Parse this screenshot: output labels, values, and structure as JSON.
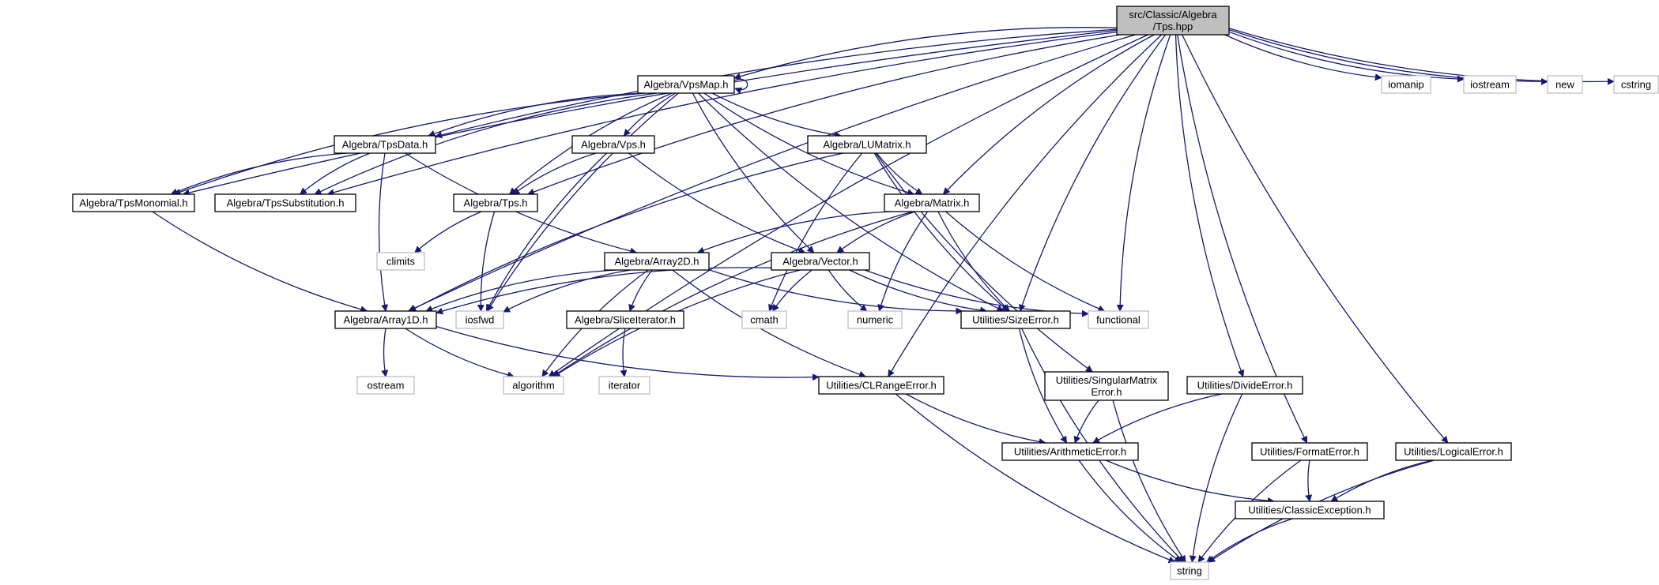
{
  "graph": {
    "edge_color": "#191970",
    "root_fill": "#bfbfbf",
    "external_border": "#bfbfbf",
    "nodes": [
      {
        "id": "root",
        "lines": [
          "src/Classic/Algebra",
          "/Tps.hpp"
        ],
        "kind": "root"
      },
      {
        "id": "vpsmap",
        "lines": [
          "Algebra/VpsMap.h"
        ],
        "kind": "internal"
      },
      {
        "id": "tpsdata",
        "lines": [
          "Algebra/TpsData.h"
        ],
        "kind": "internal"
      },
      {
        "id": "vps",
        "lines": [
          "Algebra/Vps.h"
        ],
        "kind": "internal"
      },
      {
        "id": "lumatrix",
        "lines": [
          "Algebra/LUMatrix.h"
        ],
        "kind": "internal"
      },
      {
        "id": "tpsmonomial",
        "lines": [
          "Algebra/TpsMonomial.h"
        ],
        "kind": "internal"
      },
      {
        "id": "tpssubst",
        "lines": [
          "Algebra/TpsSubstitution.h"
        ],
        "kind": "internal"
      },
      {
        "id": "tps",
        "lines": [
          "Algebra/Tps.h"
        ],
        "kind": "internal"
      },
      {
        "id": "matrix",
        "lines": [
          "Algebra/Matrix.h"
        ],
        "kind": "internal"
      },
      {
        "id": "climits",
        "lines": [
          "climits"
        ],
        "kind": "external"
      },
      {
        "id": "array2d",
        "lines": [
          "Algebra/Array2D.h"
        ],
        "kind": "internal"
      },
      {
        "id": "vector",
        "lines": [
          "Algebra/Vector.h"
        ],
        "kind": "internal"
      },
      {
        "id": "array1d",
        "lines": [
          "Algebra/Array1D.h"
        ],
        "kind": "internal"
      },
      {
        "id": "iosfwd",
        "lines": [
          "iosfwd"
        ],
        "kind": "external"
      },
      {
        "id": "sliceit",
        "lines": [
          "Algebra/SliceIterator.h"
        ],
        "kind": "internal"
      },
      {
        "id": "cmath",
        "lines": [
          "cmath"
        ],
        "kind": "external"
      },
      {
        "id": "numeric",
        "lines": [
          "numeric"
        ],
        "kind": "external"
      },
      {
        "id": "sizeerror",
        "lines": [
          "Utilities/SizeError.h"
        ],
        "kind": "internal"
      },
      {
        "id": "functional",
        "lines": [
          "functional"
        ],
        "kind": "external"
      },
      {
        "id": "ostream",
        "lines": [
          "ostream"
        ],
        "kind": "external"
      },
      {
        "id": "algorithm",
        "lines": [
          "algorithm"
        ],
        "kind": "external"
      },
      {
        "id": "iterator",
        "lines": [
          "iterator"
        ],
        "kind": "external"
      },
      {
        "id": "clrange",
        "lines": [
          "Utilities/CLRangeError.h"
        ],
        "kind": "internal"
      },
      {
        "id": "singular",
        "lines": [
          "Utilities/SingularMatrix",
          "Error.h"
        ],
        "kind": "internal"
      },
      {
        "id": "divide",
        "lines": [
          "Utilities/DivideError.h"
        ],
        "kind": "internal"
      },
      {
        "id": "arith",
        "lines": [
          "Utilities/ArithmeticError.h"
        ],
        "kind": "internal"
      },
      {
        "id": "format",
        "lines": [
          "Utilities/FormatError.h"
        ],
        "kind": "internal"
      },
      {
        "id": "logical",
        "lines": [
          "Utilities/LogicalError.h"
        ],
        "kind": "internal"
      },
      {
        "id": "classicexc",
        "lines": [
          "Utilities/ClassicException.h"
        ],
        "kind": "internal"
      },
      {
        "id": "string",
        "lines": [
          "string"
        ],
        "kind": "external"
      },
      {
        "id": "iomanip",
        "lines": [
          "iomanip"
        ],
        "kind": "external"
      },
      {
        "id": "iostream",
        "lines": [
          "iostream"
        ],
        "kind": "external"
      },
      {
        "id": "new",
        "lines": [
          "new"
        ],
        "kind": "external"
      },
      {
        "id": "cstring",
        "lines": [
          "cstring"
        ],
        "kind": "external"
      }
    ],
    "edges": [
      [
        "root",
        "vpsmap"
      ],
      [
        "root",
        "tpsdata"
      ],
      [
        "root",
        "tpsmonomial"
      ],
      [
        "root",
        "tpssubst"
      ],
      [
        "root",
        "tps"
      ],
      [
        "root",
        "matrix"
      ],
      [
        "root",
        "array1d"
      ],
      [
        "root",
        "algorithm"
      ],
      [
        "root",
        "sizeerror"
      ],
      [
        "root",
        "functional"
      ],
      [
        "root",
        "clrange"
      ],
      [
        "root",
        "divide"
      ],
      [
        "root",
        "format"
      ],
      [
        "root",
        "logical"
      ],
      [
        "root",
        "iomanip"
      ],
      [
        "root",
        "iostream"
      ],
      [
        "root",
        "new"
      ],
      [
        "root",
        "cstring"
      ],
      [
        "vpsmap",
        "vpsmap"
      ],
      [
        "vpsmap",
        "tpsdata"
      ],
      [
        "vpsmap",
        "vps"
      ],
      [
        "vpsmap",
        "lumatrix"
      ],
      [
        "vpsmap",
        "tpsmonomial"
      ],
      [
        "vpsmap",
        "tpssubst"
      ],
      [
        "vpsmap",
        "tps"
      ],
      [
        "vpsmap",
        "matrix"
      ],
      [
        "vpsmap",
        "vector"
      ],
      [
        "vpsmap",
        "iosfwd"
      ],
      [
        "vpsmap",
        "sizeerror"
      ],
      [
        "tpsdata",
        "tpsmonomial"
      ],
      [
        "tpsdata",
        "tpssubst"
      ],
      [
        "tpsdata",
        "array1d"
      ],
      [
        "tpsdata",
        "array2d"
      ],
      [
        "vps",
        "tps"
      ],
      [
        "vps",
        "vector"
      ],
      [
        "vps",
        "iosfwd"
      ],
      [
        "lumatrix",
        "matrix"
      ],
      [
        "lumatrix",
        "array1d"
      ],
      [
        "lumatrix",
        "cmath"
      ],
      [
        "lumatrix",
        "sizeerror"
      ],
      [
        "lumatrix",
        "singular"
      ],
      [
        "tpsmonomial",
        "array1d"
      ],
      [
        "tps",
        "climits"
      ],
      [
        "tps",
        "iosfwd"
      ],
      [
        "matrix",
        "array2d"
      ],
      [
        "matrix",
        "vector"
      ],
      [
        "matrix",
        "numeric"
      ],
      [
        "matrix",
        "sizeerror"
      ],
      [
        "matrix",
        "functional"
      ],
      [
        "matrix",
        "algorithm"
      ],
      [
        "array2d",
        "array1d"
      ],
      [
        "array2d",
        "iosfwd"
      ],
      [
        "array2d",
        "sliceit"
      ],
      [
        "array2d",
        "algorithm"
      ],
      [
        "array2d",
        "clrange"
      ],
      [
        "array2d",
        "sizeerror"
      ],
      [
        "vector",
        "array1d"
      ],
      [
        "vector",
        "cmath"
      ],
      [
        "vector",
        "numeric"
      ],
      [
        "vector",
        "sizeerror"
      ],
      [
        "vector",
        "functional"
      ],
      [
        "vector",
        "algorithm"
      ],
      [
        "array1d",
        "ostream"
      ],
      [
        "array1d",
        "algorithm"
      ],
      [
        "array1d",
        "clrange"
      ],
      [
        "sliceit",
        "iterator"
      ],
      [
        "sizeerror",
        "arith"
      ],
      [
        "sizeerror",
        "string"
      ],
      [
        "clrange",
        "arith"
      ],
      [
        "clrange",
        "string"
      ],
      [
        "singular",
        "arith"
      ],
      [
        "singular",
        "string"
      ],
      [
        "divide",
        "arith"
      ],
      [
        "divide",
        "string"
      ],
      [
        "arith",
        "classicexc"
      ],
      [
        "arith",
        "string"
      ],
      [
        "format",
        "classicexc"
      ],
      [
        "format",
        "string"
      ],
      [
        "logical",
        "classicexc"
      ],
      [
        "logical",
        "string"
      ],
      [
        "classicexc",
        "string"
      ]
    ]
  }
}
